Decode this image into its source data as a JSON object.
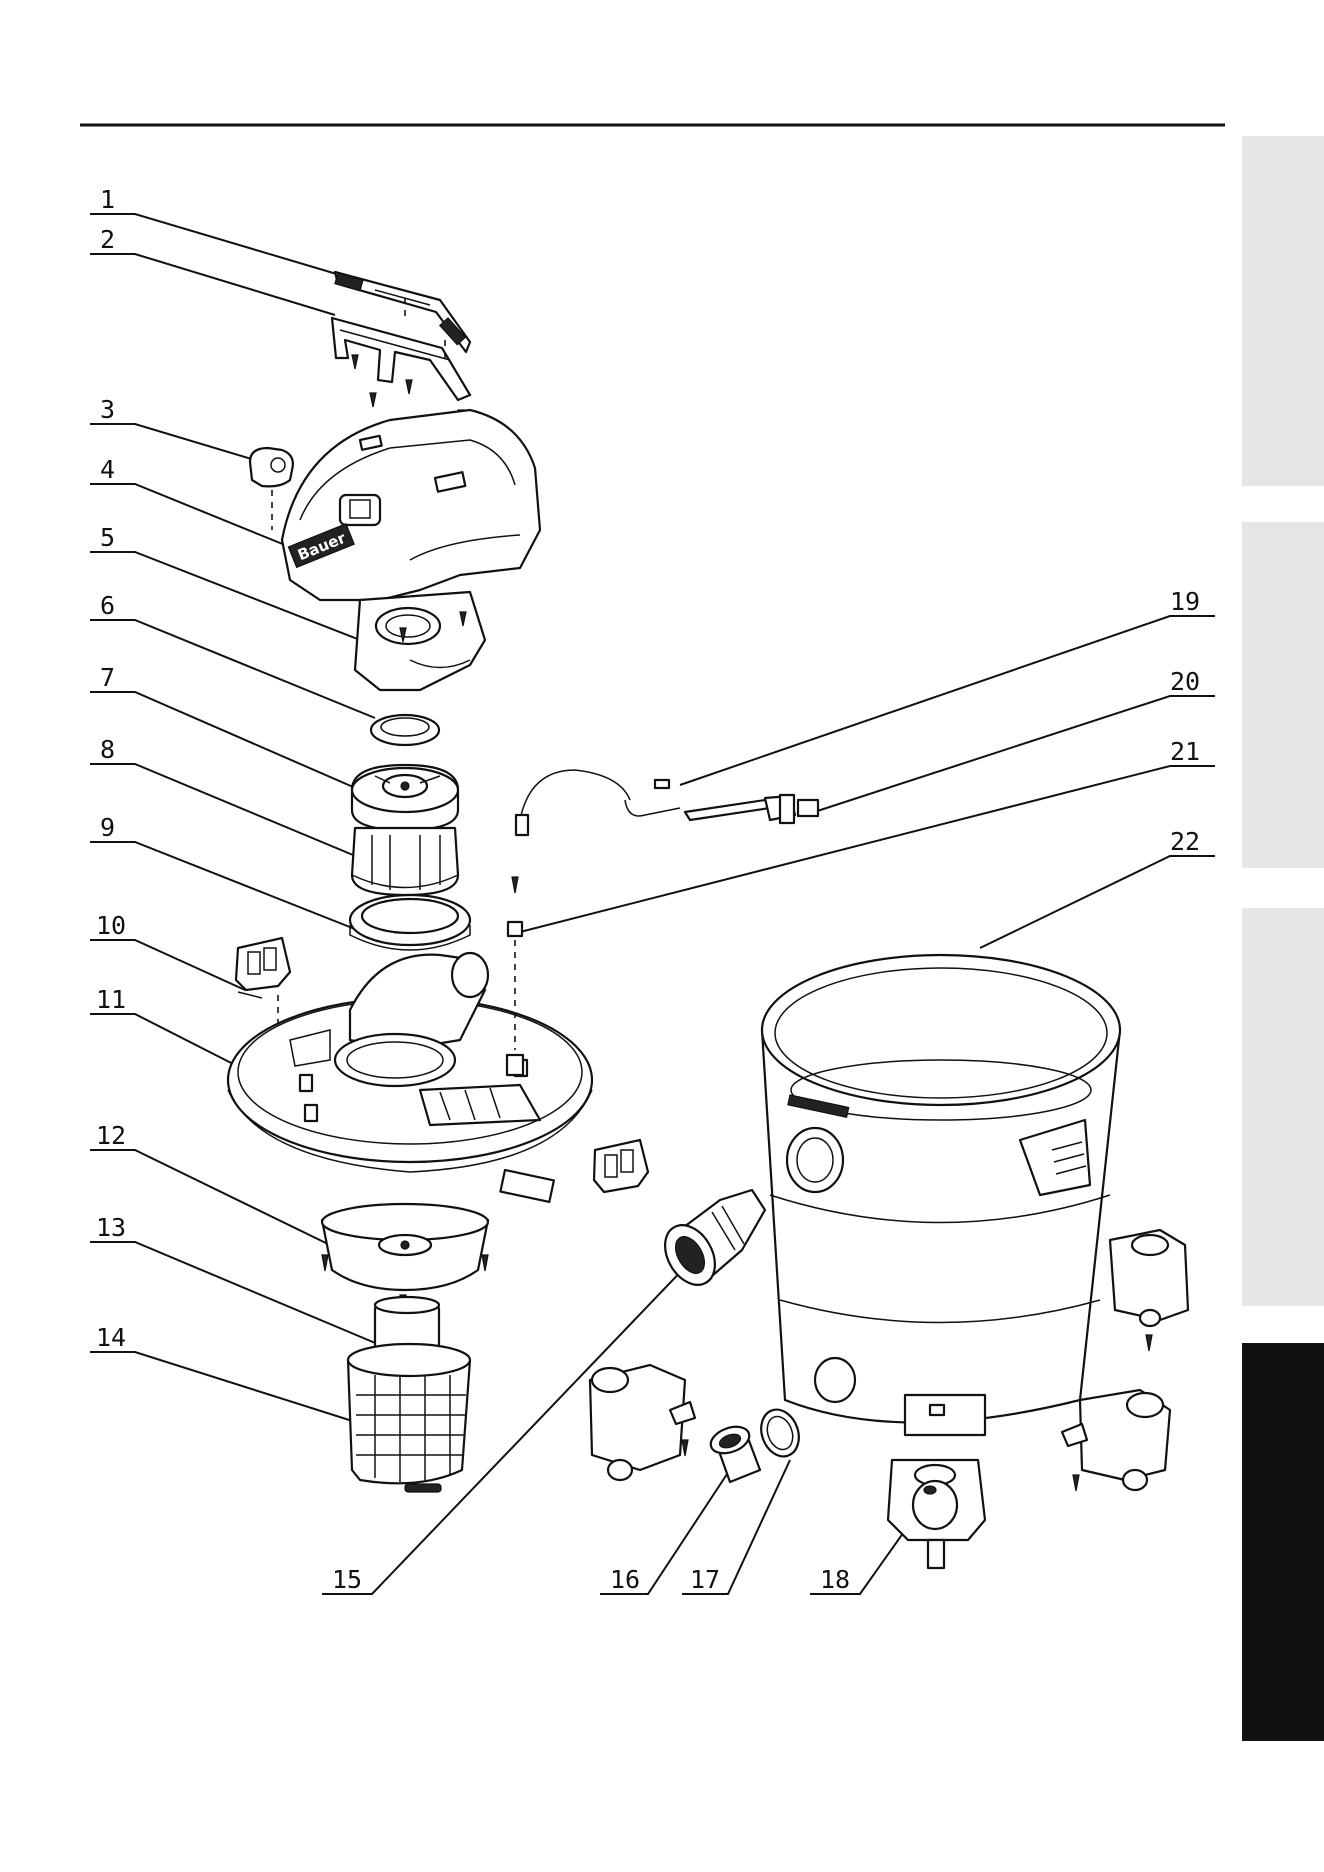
{
  "parts_diagram": {
    "callouts": [
      {
        "id": "1",
        "label": "1"
      },
      {
        "id": "2",
        "label": "2"
      },
      {
        "id": "3",
        "label": "3"
      },
      {
        "id": "4",
        "label": "4"
      },
      {
        "id": "5",
        "label": "5"
      },
      {
        "id": "6",
        "label": "6"
      },
      {
        "id": "7",
        "label": "7"
      },
      {
        "id": "8",
        "label": "8"
      },
      {
        "id": "9",
        "label": "9"
      },
      {
        "id": "10",
        "label": "10"
      },
      {
        "id": "11",
        "label": "11"
      },
      {
        "id": "12",
        "label": "12"
      },
      {
        "id": "13",
        "label": "13"
      },
      {
        "id": "14",
        "label": "14"
      },
      {
        "id": "15",
        "label": "15"
      },
      {
        "id": "16",
        "label": "16"
      },
      {
        "id": "17",
        "label": "17"
      },
      {
        "id": "18",
        "label": "18"
      },
      {
        "id": "19",
        "label": "19"
      },
      {
        "id": "20",
        "label": "20"
      },
      {
        "id": "21",
        "label": "21"
      },
      {
        "id": "22",
        "label": "22"
      }
    ]
  },
  "side_tabs": [
    {
      "name": "tab-1",
      "color": "#e6e6e6",
      "active": false
    },
    {
      "name": "tab-2",
      "color": "#e6e6e6",
      "active": false
    },
    {
      "name": "tab-3",
      "color": "#e6e6e6",
      "active": false
    },
    {
      "name": "tab-4",
      "color": "#111111",
      "active": true
    }
  ],
  "logo_text": "Bauer"
}
